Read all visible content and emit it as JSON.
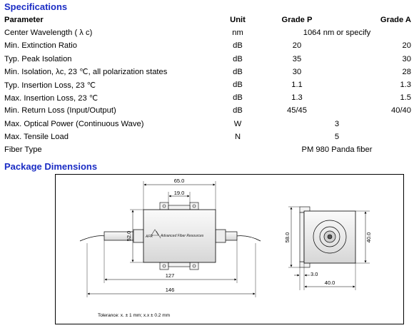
{
  "sections": {
    "specifications": "Specifications",
    "package": "Package Dimensions"
  },
  "table": {
    "headers": {
      "param": "Parameter",
      "unit": "Unit",
      "grade_p": "Grade P",
      "grade_a": "Grade A"
    },
    "rows": [
      {
        "param": "Center Wavelength ( λ c)",
        "unit": "nm",
        "span": "1064 nm or specify"
      },
      {
        "param": "Min. Extinction Ratio",
        "unit": "dB",
        "p": "20",
        "a": "20"
      },
      {
        "param": "Typ. Peak Isolation",
        "unit": "dB",
        "p": "35",
        "a": "30"
      },
      {
        "param": "Min. Isolation, λc, 23 ℃, all polarization states",
        "unit": "dB",
        "p": "30",
        "a": "28"
      },
      {
        "param": "Typ. Insertion Loss, 23 ℃",
        "unit": "dB",
        "p": "1.1",
        "a": "1.3"
      },
      {
        "param": "Max. Insertion Loss, 23 ℃",
        "unit": "dB",
        "p": "1.3",
        "a": "1.5"
      },
      {
        "param": "Min. Return Loss (Input/Output)",
        "unit": "dB",
        "p": "45/45",
        "a": "40/40"
      },
      {
        "param": "Max. Optical Power (Continuous Wave)",
        "unit": "W",
        "span": "3"
      },
      {
        "param": "Max. Tensile Load",
        "unit": "N",
        "span": "5"
      },
      {
        "param": "Fiber Type",
        "unit": "",
        "span": "PM 980 Panda fiber"
      }
    ]
  },
  "drawing": {
    "dims": {
      "d65": "65.0",
      "d19": "19.0",
      "d52": "52.0",
      "d127": "127",
      "d146": "146",
      "d58": "58.0",
      "d40v": "40.0",
      "d3": "3.0",
      "d40h": "40.0"
    },
    "logo": "Advanced Fiber Resources",
    "logo_mark": "AFR",
    "tolerance": "Tolerance:  x. ± 1 mm;  x.x ± 0.2 mm"
  }
}
